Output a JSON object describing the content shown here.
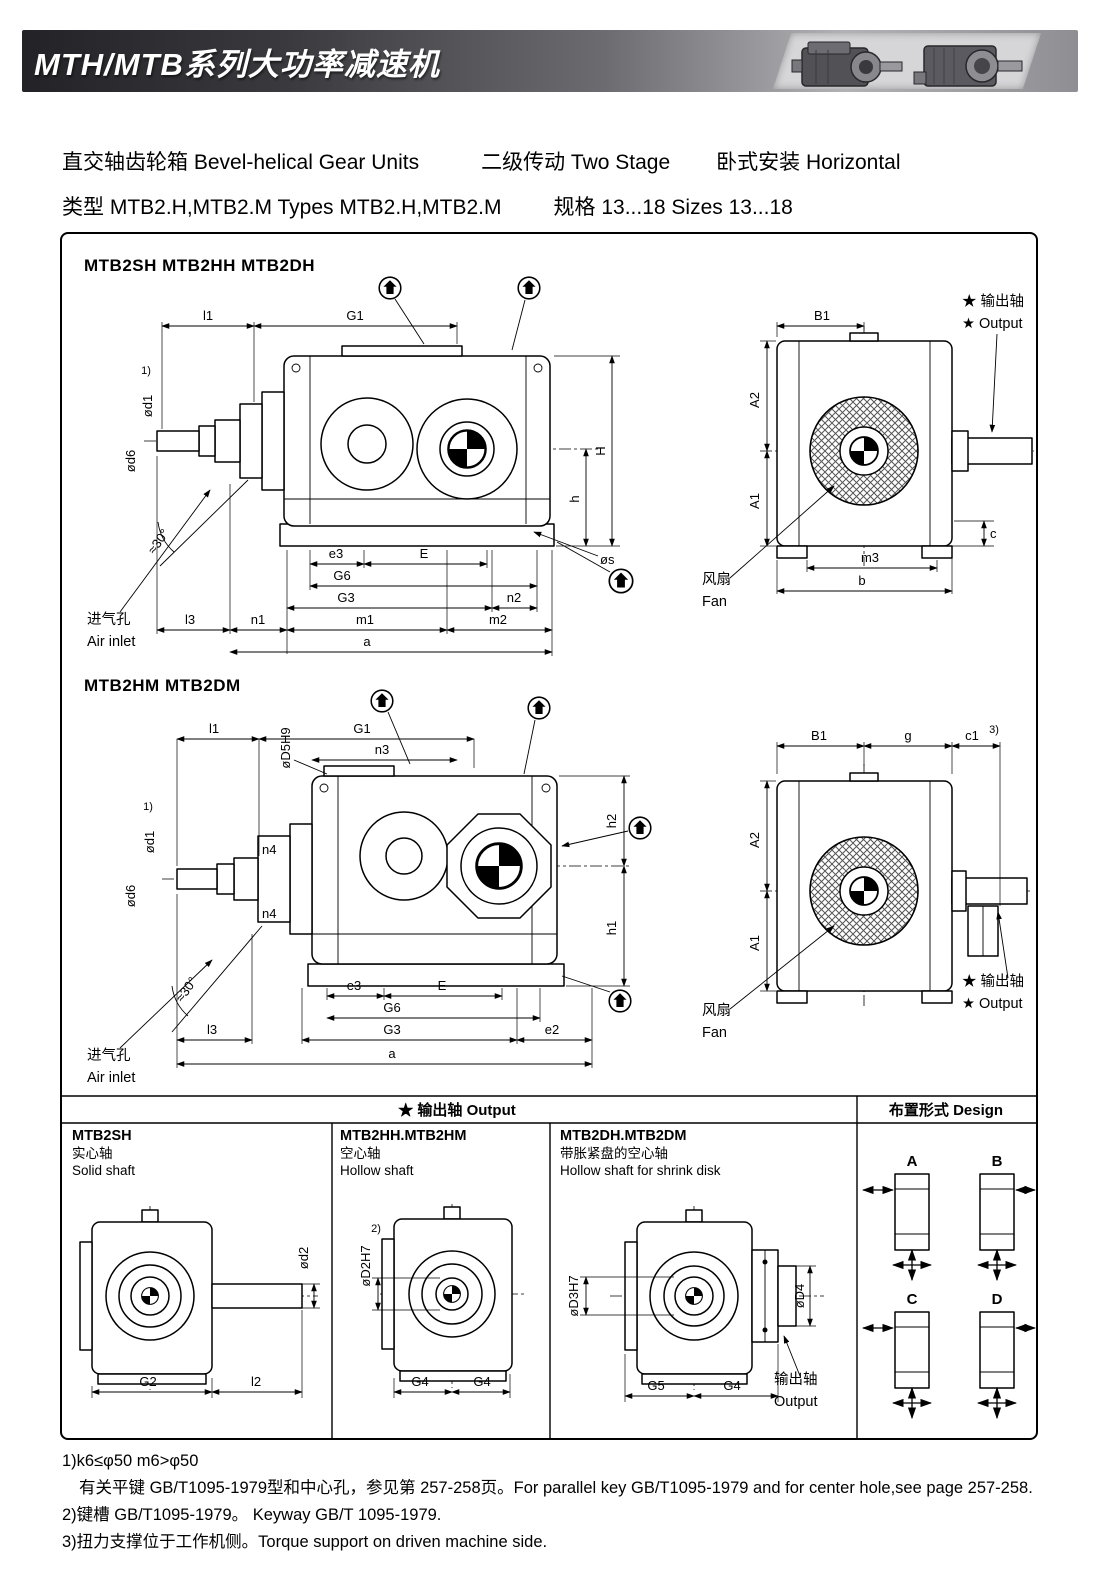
{
  "header": {
    "title": "MTH/MTB系列大功率减速机"
  },
  "intro": {
    "l1a": "直交轴齿轮箱 Bevel-helical Gear Units",
    "l1b": "二级传动 Two Stage",
    "l1c": "卧式安装 Horizontal",
    "l2a": "类型 MTB2.H,MTB2.M Types MTB2.H,MTB2.M",
    "l2b": "规格 13...18 Sizes 13...18"
  },
  "d1": {
    "title": "MTB2SH MTB2HH MTB2DH",
    "dims": {
      "l1": "l1",
      "G1": "G1",
      "H": "H",
      "h": "h",
      "d1": "ød1",
      "sup1": "1)",
      "d6": "ød6",
      "e3": "e3",
      "E": "E",
      "G6": "G6",
      "G3": "G3",
      "n2": "n2",
      "l3": "l3",
      "n1": "n1",
      "m1": "m1",
      "m2": "m2",
      "a": "a",
      "s": "øs",
      "angle": "≈30°"
    },
    "air_cn": "进气孔",
    "air_en": "Air inlet",
    "right": {
      "B1": "B1",
      "A2": "A2",
      "A1": "A1",
      "c": "c",
      "m3": "m3",
      "b": "b",
      "fan_cn": "风扇",
      "fan_en": "Fan",
      "out_cn": "★ 输出轴",
      "out_en": "★ Output"
    }
  },
  "d2": {
    "title": "MTB2HM MTB2DM",
    "dims": {
      "l1": "l1",
      "G1": "G1",
      "n3": "n3",
      "D5": "øD5H9",
      "d1": "ød1",
      "sup1": "1)",
      "d6": "ød6",
      "n4": "n4",
      "h2": "h2",
      "h1": "h1",
      "e3": "e3",
      "E": "E",
      "G6": "G6",
      "G3": "G3",
      "e2": "e2",
      "l3": "l3",
      "a": "a",
      "angle": "≈30°"
    },
    "air_cn": "进气孔",
    "air_en": "Air inlet",
    "right": {
      "B1": "B1",
      "g": "g",
      "c1": "c1",
      "sup3": "3)",
      "A2": "A2",
      "A1": "A1",
      "fan_cn": "风扇",
      "fan_en": "Fan",
      "out_cn": "★ 输出轴",
      "out_en": "★ Output"
    }
  },
  "table": {
    "output_header": "★ 输出轴   Output",
    "design_header": "布置形式 Design",
    "cell1": {
      "model": "MTB2SH",
      "cn": "实心轴",
      "en": "Solid shaft",
      "G2": "G2",
      "l2": "l2",
      "d2": "ød2"
    },
    "cell2": {
      "model": "MTB2HH.MTB2HM",
      "cn": "空心轴",
      "en": "Hollow shaft",
      "D2": "øD2H7",
      "sup2": "2)",
      "G4": "G4"
    },
    "cell3": {
      "model": "MTB2DH.MTB2DM",
      "cn": "带胀紧盘的空心轴",
      "en": "Hollow shaft for shrink disk",
      "D3": "øD3H7",
      "D4": "øD4",
      "G5": "G5",
      "G4": "G4",
      "out_cn": "输出轴",
      "out_en": "Output"
    },
    "design": {
      "A": "A",
      "B": "B",
      "C": "C",
      "D": "D"
    }
  },
  "notes": {
    "n1": "1)k6≤φ50   m6>φ50",
    "n1b": "有关平键 GB/T1095-1979型和中心孔，参见第 257-258页。For parallel key GB/T1095-1979 and for center hole,see page 257-258.",
    "n2": "2)键槽 GB/T1095-1979。 Keyway GB/T 1095-1979.",
    "n3": "3)扭力支撑位于工作机侧。Torque support on driven machine side."
  }
}
